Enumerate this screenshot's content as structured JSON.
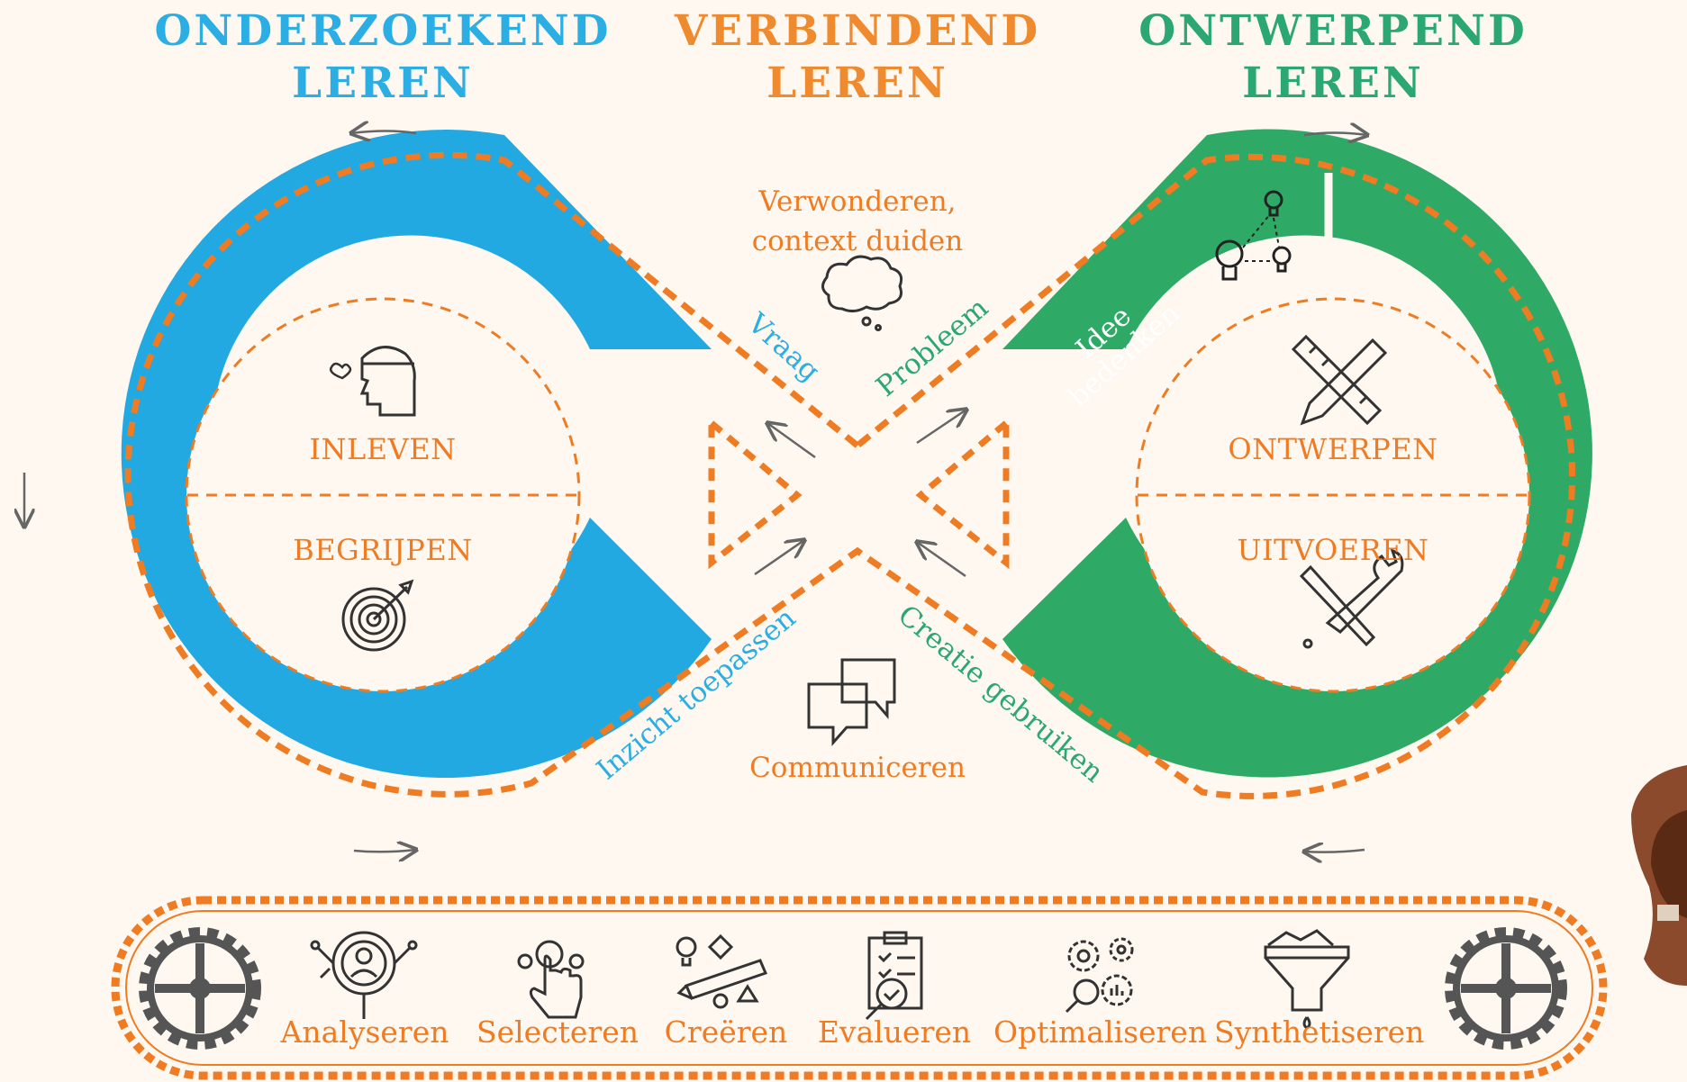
{
  "headers": {
    "left": {
      "line1": "ONDERZOEKEND",
      "line2": "LEREN"
    },
    "middle": {
      "line1": "VERBINDEND",
      "line2": "LEREN"
    },
    "right": {
      "line1": "ONTWERPEND",
      "line2": "LEREN"
    }
  },
  "left_loop": {
    "top_word": "INLEVEN",
    "bottom_word": "BEGRIJPEN",
    "top_icon": "empathy-head-icon",
    "bottom_icon": "target-icon"
  },
  "right_loop": {
    "top_word": "ONTWERPEN",
    "bottom_word": "UITVOEREN",
    "segment_label_line1": "Idee",
    "segment_label_line2": "bedenken",
    "top_icon": "ruler-pencil-icon",
    "bottom_icon": "tools-icon",
    "segment_icon": "lightbulbs-icon"
  },
  "center": {
    "top_text_line1": "Verwonderen,",
    "top_text_line2": "context duiden",
    "bottom_text": "Communiceren",
    "top_icon": "thought-cloud-icon",
    "bottom_icon": "chat-bubbles-icon"
  },
  "diagonal_labels": {
    "vraag": "Vraag",
    "probleem": "Probleem",
    "inzicht": "Inzicht toepassen",
    "creatie": "Creatie gebruiken"
  },
  "colors": {
    "blue": "#22a9e2",
    "green": "#2faa66",
    "orange": "#ef7b22",
    "background": "#fff8f1",
    "gear": "#555555"
  },
  "conveyor": {
    "left_icon": "gear-icon",
    "right_icon": "gear-icon",
    "items": [
      {
        "label": "Analyseren",
        "icon": "analyze-magnifier-icon"
      },
      {
        "label": "Selecteren",
        "icon": "select-hand-icon"
      },
      {
        "label": "Creëren",
        "icon": "create-pencil-icon"
      },
      {
        "label": "Evalueren",
        "icon": "evaluate-clipboard-icon"
      },
      {
        "label": "Optimaliseren",
        "icon": "optimize-gears-icon"
      },
      {
        "label": "Synthetiseren",
        "icon": "synthesize-funnel-icon"
      }
    ]
  }
}
